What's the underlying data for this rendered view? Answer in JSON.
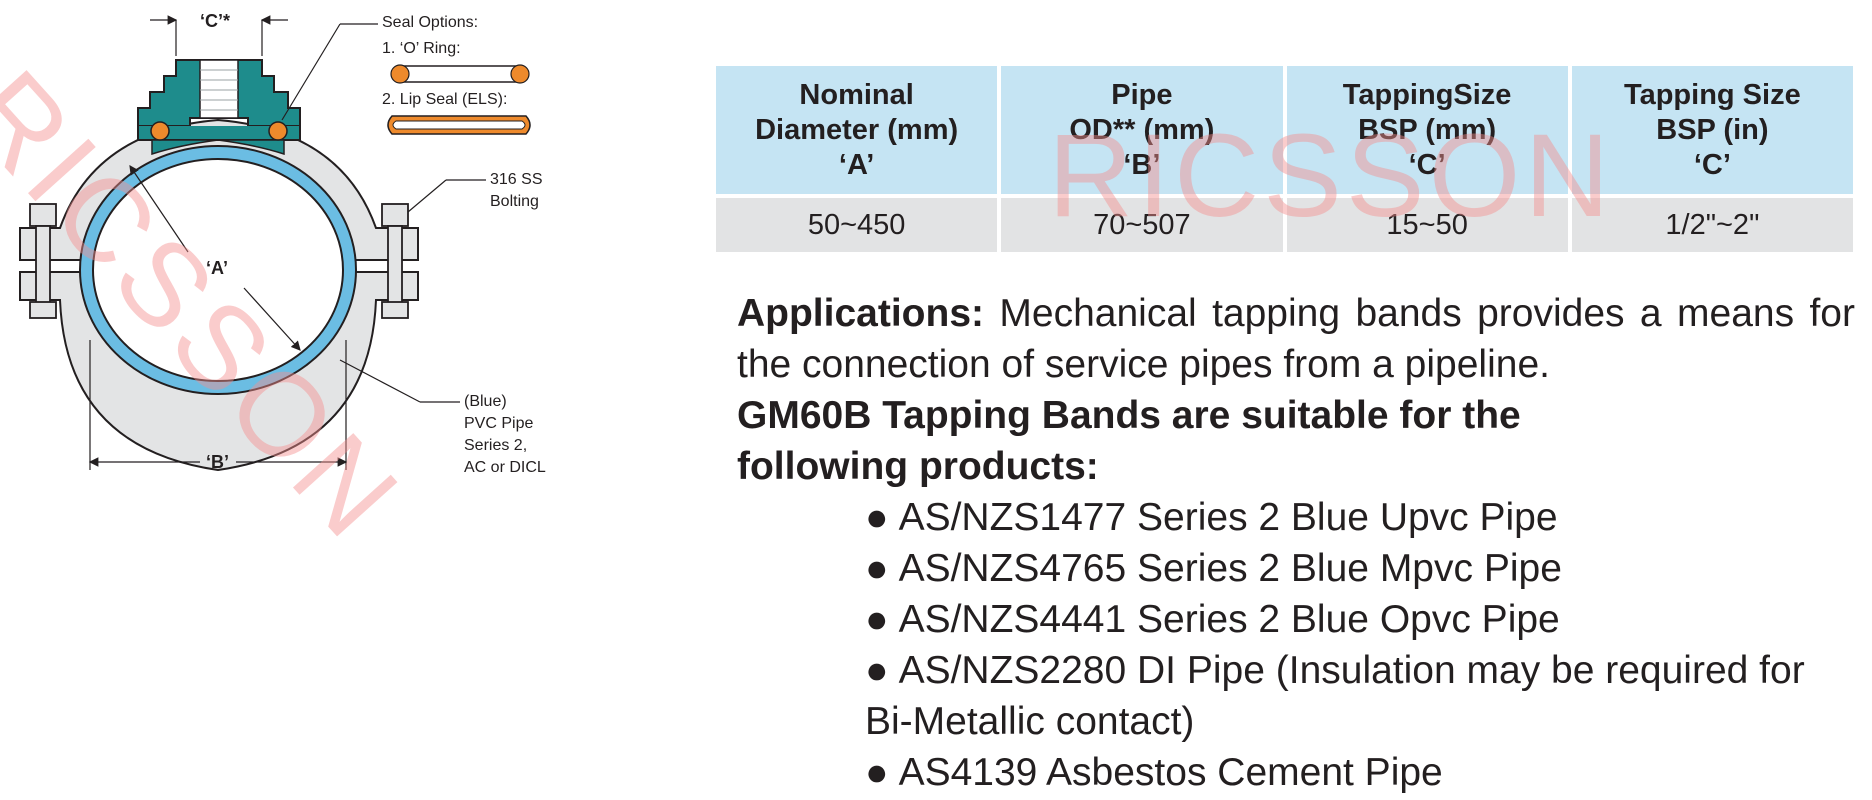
{
  "diagram": {
    "label_c": "‘C’*",
    "label_a": "‘A’",
    "label_b": "‘B’",
    "seal_options_title": "Seal Options:",
    "seal_option_1": "1. ‘O’ Ring:",
    "seal_option_2": "2. Lip Seal (ELS):",
    "bolting_line1": "316 SS",
    "bolting_line2": "Bolting",
    "pipe_line1": "(Blue)",
    "pipe_line2": "PVC Pipe",
    "pipe_line3": "Series 2,",
    "pipe_line4": "AC or DICL",
    "colors": {
      "pipe_blue": "#6bbde3",
      "saddle_teal": "#1e8c8c",
      "seal_orange": "#ee8a2c",
      "band_grey": "#e3e4e5"
    }
  },
  "watermark": {
    "text": "RICSSON",
    "color": "#f48f8f"
  },
  "table": {
    "headers": [
      {
        "line1": "Nominal",
        "line2": "Diameter (mm)",
        "line3": "‘A’"
      },
      {
        "line1": "Pipe",
        "line2": "OD** (mm)",
        "line3": "‘B’"
      },
      {
        "line1": "TappingSize",
        "line2": "BSP (mm)",
        "line3": "‘C’"
      },
      {
        "line1": "Tapping Size",
        "line2": "BSP (in)",
        "line3": "‘C’"
      }
    ],
    "row": [
      "50~450",
      "70~507",
      "15~50",
      "1/2\"~2\""
    ],
    "colors": {
      "header_bg": "#c5e4f3",
      "cell_bg": "#e2e3e4"
    }
  },
  "applications": {
    "label": "Applications:",
    "text": "Mechanical tapping bands provides a means for the connection of service pipes from a pipeline."
  },
  "suitable_heading": {
    "line1": "GM60B Tapping Bands are suitable for the",
    "line2": "following products:"
  },
  "products": {
    "bullet": "●",
    "items": [
      "AS/NZS1477 Series 2 Blue Upvc Pipe",
      "AS/NZS4765 Series 2 Blue Mpvc Pipe",
      "AS/NZS4441 Series 2 Blue Opvc Pipe",
      "AS/NZS2280 DI Pipe (Insulation may be required for Bi-Metallic contact)",
      "AS4139 Asbestos Cement Pipe"
    ]
  }
}
